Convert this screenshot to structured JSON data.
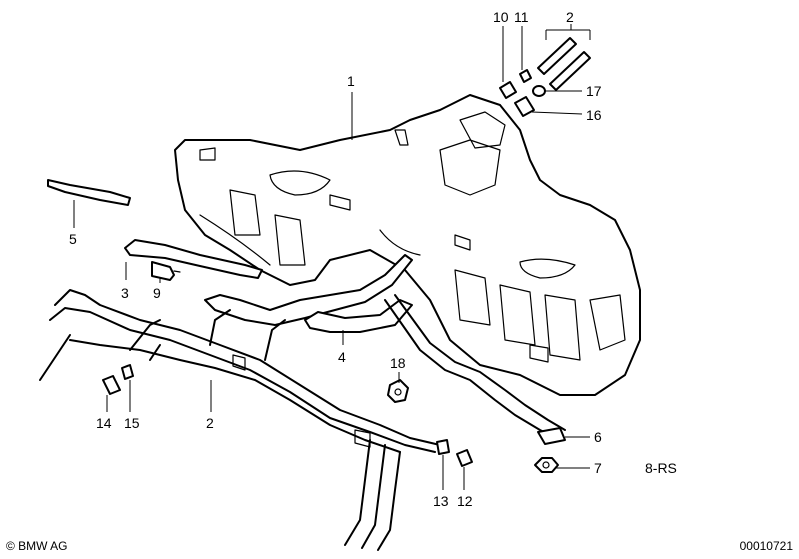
{
  "labels": {
    "tank": "1",
    "pipe_top": "2",
    "pipe_bottom": "2",
    "bracket_left": "3",
    "bracket_mid": "4",
    "pad": "5",
    "strap_end": "6",
    "nut": "7",
    "screw": "9",
    "plug_10": "10",
    "clip_11": "11",
    "plug_12": "12",
    "clip_13": "13",
    "plug_14": "14",
    "clip_15": "15",
    "hose_16": "16",
    "clamp_17": "17",
    "clamp_18": "18",
    "variant": "8-RS"
  },
  "footer": {
    "copyright": "© BMW AG",
    "doc_id": "00010721"
  }
}
